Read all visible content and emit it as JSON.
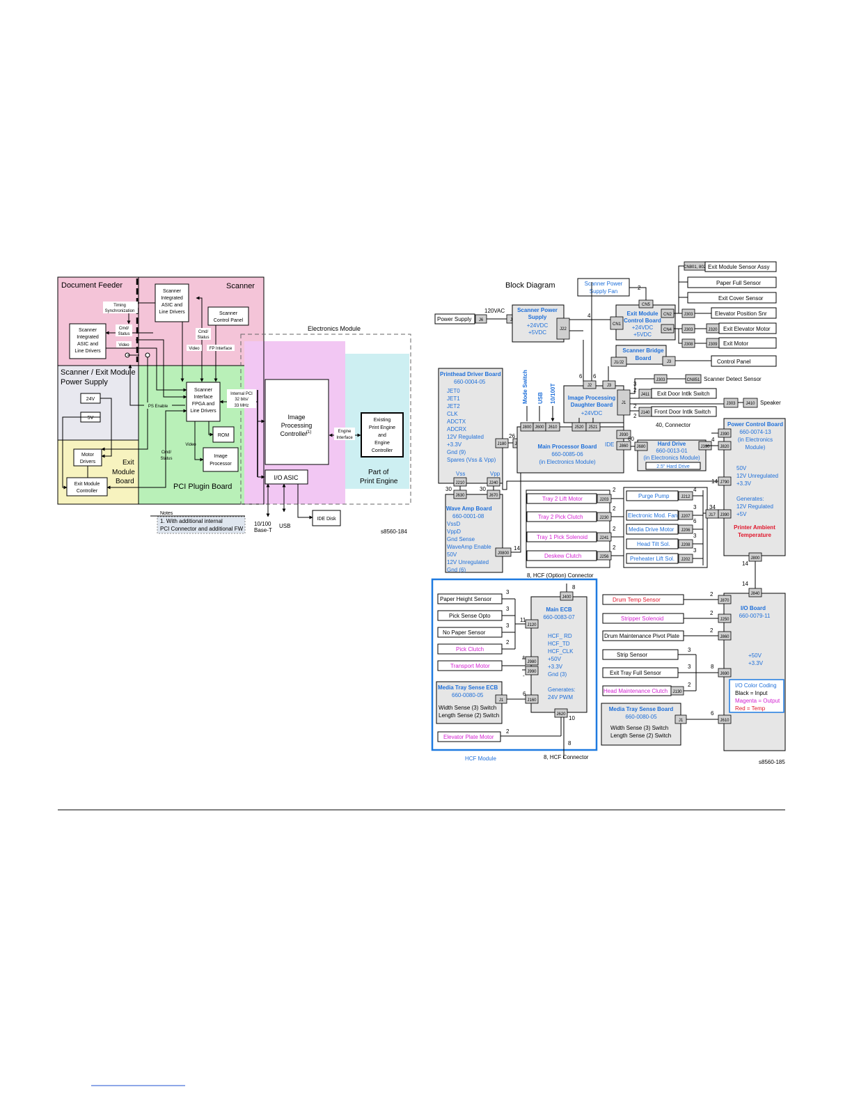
{
  "left": {
    "zones": {
      "document_feeder": "Document Feeder",
      "scanner": "Scanner",
      "power_supply_1": "Scanner / Exit Module",
      "power_supply_2": "Power Supply",
      "exit_module_1": "Exit",
      "exit_module_2": "Module",
      "exit_module_3": "Board",
      "pci_plugin": "PCI Plugin Board",
      "electronics_module": "Electronics Module",
      "print_engine_1": "Part of",
      "print_engine_2": "Print Engine"
    },
    "blocks": {
      "scanner_asic_top": [
        "Scanner",
        "Integrated",
        "ASIC and",
        "Line Drivers"
      ],
      "scanner_asic_left": [
        "Scanner",
        "Integrated",
        "ASIC and",
        "Line Drivers"
      ],
      "scanner_control_panel": [
        "Scanner",
        "Control Panel"
      ],
      "scanner_interface": [
        "Scanner",
        "Interface",
        "FPGA and",
        "Line Drivers"
      ],
      "v24": "24V",
      "v5": "5V",
      "motor_drivers": [
        "Motor",
        "Drivers"
      ],
      "exit_module_controller": [
        "Exit Module",
        "Controller"
      ],
      "rom": "ROM",
      "image_processor": [
        "Image",
        "Processor"
      ],
      "image_processing_controller": [
        "Image",
        "Processing",
        "Controller"
      ],
      "ipc_sup": "(1)",
      "io_asic": "I/O ASIC",
      "existing_print_engine": [
        "Existing",
        "Print Engine",
        "and",
        "Engine",
        "Controller"
      ],
      "ide_disk": "IDE Disk"
    },
    "labels": {
      "timing_sync": [
        "Timing",
        "Synchronization"
      ],
      "cmd_status_1": [
        "Cmd/",
        "Status"
      ],
      "video_1": "Video",
      "video_2": "Video",
      "cmd_status_2": [
        "Cmd/",
        "Status"
      ],
      "fp_interface": "FP Interface",
      "ps_enable": "PS Enable",
      "internal_pci": [
        "Internal PCI",
        "32 bits/",
        "33 MHz"
      ],
      "engine_interface": [
        "Engine",
        "Interface"
      ],
      "video_3": "Video",
      "cmd_status_3": [
        "Cmd/",
        "Status"
      ],
      "base_t": [
        "10/100",
        "Base-T"
      ],
      "usb": "USB"
    },
    "notes": {
      "title": "Notes",
      "line1": "1. With additional internal",
      "line2": "PCI Connector and additional FW"
    },
    "fig_id": "s8560-184"
  },
  "right": {
    "title": "Block Diagram",
    "fig_id": "s8560-185",
    "power_in": "120VAC",
    "power_supply": "Power Supply",
    "scanner_power_supply_fan": [
      "Scanner Power",
      "Supply Fan"
    ],
    "scanner_power_supply": [
      "Scanner Power",
      "Supply",
      "+24VDC",
      "+5VDC"
    ],
    "exit_module_control_board": [
      "Exit Module",
      "Control Board",
      "+24VDC",
      "+5VDC"
    ],
    "scanner_bridge_board": [
      "Scanner Bridge",
      "Board"
    ],
    "right_list": [
      "Exit Module Sensor Assy",
      "Paper Full Sensor",
      "Exit Cover Sensor",
      "Elevator Position Snr",
      "Exit Elevator Motor",
      "Exit Motor"
    ],
    "control_panel": "Control Panel",
    "scanner_detect_sensor": "Scanner Detect Sensor",
    "exit_door_switch": "Exit Door Intlk Switch",
    "front_door_switch": "Front Door Intlk Switch",
    "speaker": "Speaker",
    "connector_40": "40, Connector",
    "printhead_driver_board": [
      "Printhead Driver Board",
      "660-0004-05"
    ],
    "printhead_items": [
      "JET0",
      "JET1",
      "JET2",
      "CLK",
      "ADCTX",
      "ADCRX",
      "12V Regulated",
      "+3.3V",
      "Gnd (9)",
      "Spares (Vss & Vpp)"
    ],
    "mode_switch": "Mode Switch",
    "usb_v": "USB",
    "base_v": "10/100T",
    "image_processing_daughter_board": [
      "Image Processing",
      "Daughter Board",
      "+24VDC"
    ],
    "main_processor_board": [
      "Main Processor Board",
      "660-0085-06",
      "(in Electronics Module)"
    ],
    "ide": "IDE",
    "hard_drive": [
      "Hard Drive",
      "660-0013-01",
      "(in Electronics Module)"
    ],
    "hard_drive_inner": "2.5\" Hard Drive",
    "power_control_board": [
      "Power Control Board",
      "660-0074-13",
      "(in Electronics",
      "Module)"
    ],
    "power_items": [
      "50V",
      "12V Unregulated",
      "+3.3V",
      "",
      "Generates:",
      "12V Regulated",
      "+5V"
    ],
    "printer_ambient": [
      "Printer Ambient",
      "Temperature"
    ],
    "vss": "Vss",
    "vpp": "Vpp",
    "wave_amp_board": [
      "Wave Amp Board",
      "660-0001-08"
    ],
    "wave_items": [
      "VssD",
      "VppD",
      "Gnd Sense",
      "WaveAmp Enable",
      "50V",
      "12V Unregulated",
      "Gnd (6)"
    ],
    "mid_left_list": [
      "Tray 2 Lift Motor",
      "Tray 2 Pick Clutch",
      "Tray 1 Pick Solenoid",
      "Deskew Clutch"
    ],
    "mid_right_list": [
      "Purge Pump",
      "Electronic Mod. Fan",
      "Media Drive Motor",
      "Head Tilt Sol.",
      "Preheater Lift Sol."
    ],
    "hcf_option_connector": "8, HCF (Option) Connector",
    "hcf_left_list": [
      "Paper Height Sensor",
      "Pick Sense Opto",
      "No Paper Sensor",
      "Pick Clutch",
      "Transport Motor"
    ],
    "main_ecb": [
      "Main ECB",
      "660-0083-07"
    ],
    "main_ecb_items": [
      "HCF_ RD",
      "HCF_TD",
      "HCF_CLK",
      "+50V",
      "+3.3V",
      "Gnd (3)",
      "",
      "Generates:",
      "24V PWM"
    ],
    "media_tray_sense_ecb": [
      "Media Tray Sense ECB",
      "660-0080-05"
    ],
    "media_tray_items": [
      "Width Sense (3) Switch",
      "Length Sense (2) Switch"
    ],
    "elevator_plate_motor": "Elevator Plate Motor",
    "hcf_module": "HCF Module",
    "hcf_connector": "8, HCF Connector",
    "io_left_list": [
      "Drum Temp Sensor",
      "Stripper Solenoid",
      "Drum Maintenance Pivot Plate",
      "Strip Sensor",
      "Exit Tray Full Sensor",
      "Head Maintenance Clutch"
    ],
    "media_tray_sense_board": [
      "Media Tray Sense Board",
      "660-0080-05"
    ],
    "media_board_items": [
      "Width Sense (3) Switch",
      "Length Sense (2) Switch"
    ],
    "io_board": [
      "I/O Board",
      "660-0079-11"
    ],
    "io_items": [
      "+50V",
      "+3.3V"
    ],
    "io_color_coding": {
      "title": "I/O Color Coding",
      "black": "Black = Input",
      "magenta": "Magenta = Output",
      "red": "Red = Temp"
    },
    "connectors": {
      "j6": "J6",
      "j1a": "J1",
      "j22": "J22",
      "cn5": "CN5",
      "cn1": "CN1",
      "cn2": "CN2",
      "cn4": "CN4",
      "cn801": "CN801, 802",
      "j303a": "J303",
      "j303b": "J303",
      "j320": "J320",
      "j308": "J308",
      "j309": "J309",
      "j1j2": "J1/J2",
      "j3a": "J3",
      "j2": "J2",
      "j3b": "J3",
      "j1b": "J1",
      "j303c": "J303",
      "cn851": "CN851",
      "j411": "J411",
      "j140": "J140",
      "j303d": "J303",
      "j410": "J410",
      "j930": "J930",
      "j180": "J180",
      "j130": "J130",
      "j800": "J800",
      "j600": "J600",
      "j610": "J610",
      "j520": "J520",
      "j521": "J521",
      "j860": "J860",
      "j680": "J680",
      "j390a": "J390",
      "j820": "J820",
      "j390b": "J390",
      "j790": "J790",
      "j210": "J210",
      "j240": "J240",
      "j630": "J630",
      "j670": "J670",
      "j0800": "J0800",
      "j203": "J203",
      "j230": "J230",
      "j241": "J241",
      "j256": "J256",
      "j212": "J212",
      "j207": "J207",
      "j206": "J206",
      "j208": "J208",
      "j202": "J202",
      "j17": "J17",
      "j390c": "J390",
      "j800b": "J800",
      "j840": "J840",
      "j400": "J400",
      "j120": "J120",
      "j980": "J980",
      "j990": "J990",
      "j1c": "J1",
      "j160": "J160",
      "j620": "J620",
      "j870": "J870",
      "j250": "J250",
      "j860b": "J860",
      "j690": "J690",
      "j130b": "J130",
      "j1d": "J1",
      "j610b": "J610"
    },
    "wire_counts": {
      "n2a": "2",
      "n4": "4",
      "n6a": "6",
      "n6b": "6",
      "n3a": "3",
      "n2b": "2",
      "n2c": "2",
      "n2d": "2",
      "n26": "26",
      "n60": "60",
      "n4b": "4",
      "n14a": "14",
      "n30a": "30",
      "n30b": "30",
      "n14b": "14",
      "n2e": "2",
      "n2f": "2",
      "n2g": "2",
      "n2h": "2",
      "n4c": "4",
      "n3b": "3",
      "n6c": "6",
      "n3c": "3",
      "n3d": "3",
      "n34": "34",
      "n14c": "14",
      "n14d": "14",
      "n8a": "8",
      "n3e": "3",
      "n3f": "3",
      "n3g": "3",
      "n2i": "2",
      "n11": "11",
      "n6d": "6",
      "n10": "10",
      "n2j": "2",
      "n8b": "8",
      "plus": "+",
      "minus": "-",
      "n2k": "2",
      "n2l": "2",
      "n2m": "2",
      "n3h": "3",
      "n3i": "3",
      "n8c": "8",
      "n2n": "2",
      "n6e": "6"
    }
  }
}
